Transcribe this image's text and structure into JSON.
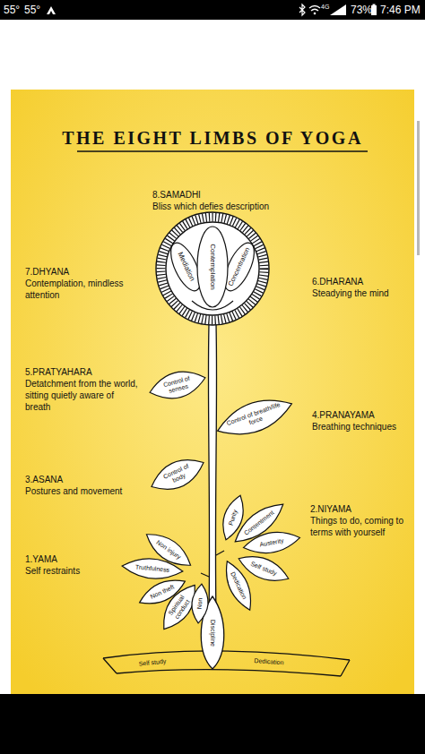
{
  "diagram": {
    "title": "THE EIGHT LIMBS OF YOGA",
    "labels": [
      "55°",
      "55°",
      "4G",
      "73%",
      "7:46 PM",
      "8.SAMADHI",
      "Bliss which defies description",
      "7.DHYANA",
      "Contemplation, mindless attention",
      "6.DHARANA",
      "Steadying the mind",
      "5.PRATYAHARA",
      "Detatchment from the world, sitting quietly aware of breath",
      "4.PRANAYAMA",
      "Breathing techniques",
      "3.ASANA",
      "Postures and movement",
      "2.NIYAMA",
      "Things to do, coming to terms with yourself",
      "1.YAMA",
      "Self restraints",
      "Contemplation",
      "Mediation",
      "Concentration",
      "Control of senses",
      "Control of breath/life force",
      "Control of body",
      "Purity",
      "Contentment",
      "Austerity",
      "Self study",
      "Dedication",
      "Non injury",
      "Truthfulness",
      "Non theft",
      "Spiritual conduct",
      "Non",
      "Self study",
      "Discipline",
      "Dedication"
    ]
  }
}
